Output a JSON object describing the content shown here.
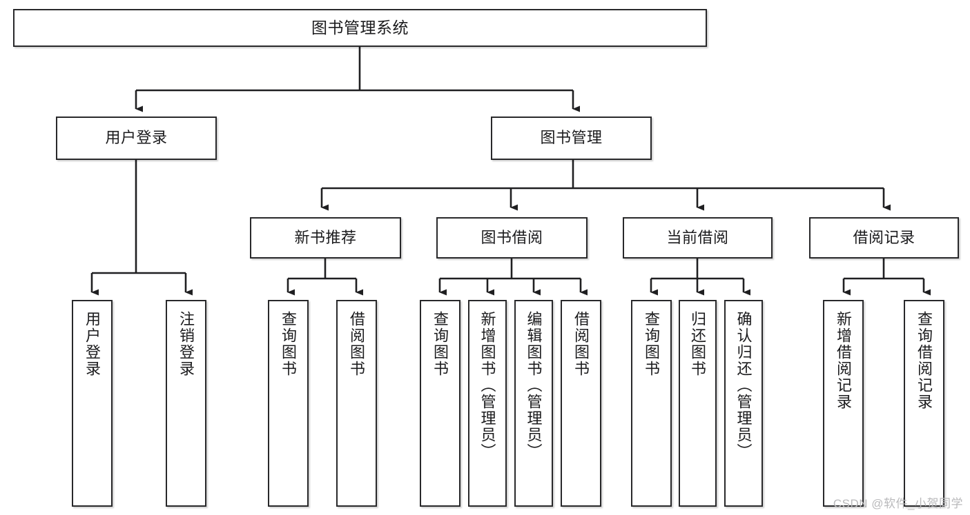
{
  "diagram": {
    "title": "图书管理系统",
    "type": "tree-hierarchy-chart",
    "watermark": "CSDN @软件_小贺同学",
    "colors": {
      "box_border": "#28282a",
      "box_fill": "#ffffff",
      "edge": "#1f1f21",
      "text": "#1b1b1d",
      "watermark": "#b9b9bb",
      "page_background": "#ffffff"
    },
    "levels": {
      "root": {
        "label": "图书管理系统"
      },
      "level2": [
        {
          "label": "用户登录"
        },
        {
          "label": "图书管理"
        }
      ],
      "level3": [
        {
          "label": "新书推荐"
        },
        {
          "label": "图书借阅"
        },
        {
          "label": "当前借阅"
        },
        {
          "label": "借阅记录"
        }
      ],
      "leaves": {
        "user_login": [
          {
            "label": "用户登录"
          },
          {
            "label": "注销登录"
          }
        ],
        "new_book_recommend": [
          {
            "label": "查询图书"
          },
          {
            "label": "借阅图书"
          }
        ],
        "book_borrow": [
          {
            "label": "查询图书"
          },
          {
            "label": "新增图书（管理员）"
          },
          {
            "label": "编辑图书（管理员）"
          },
          {
            "label": "借阅图书"
          }
        ],
        "current_borrow": [
          {
            "label": "查询图书"
          },
          {
            "label": "归还图书"
          },
          {
            "label": "确认归还（管理员）"
          }
        ],
        "borrow_record": [
          {
            "label": "新增借阅记录"
          },
          {
            "label": "查询借阅记录"
          }
        ]
      }
    }
  }
}
